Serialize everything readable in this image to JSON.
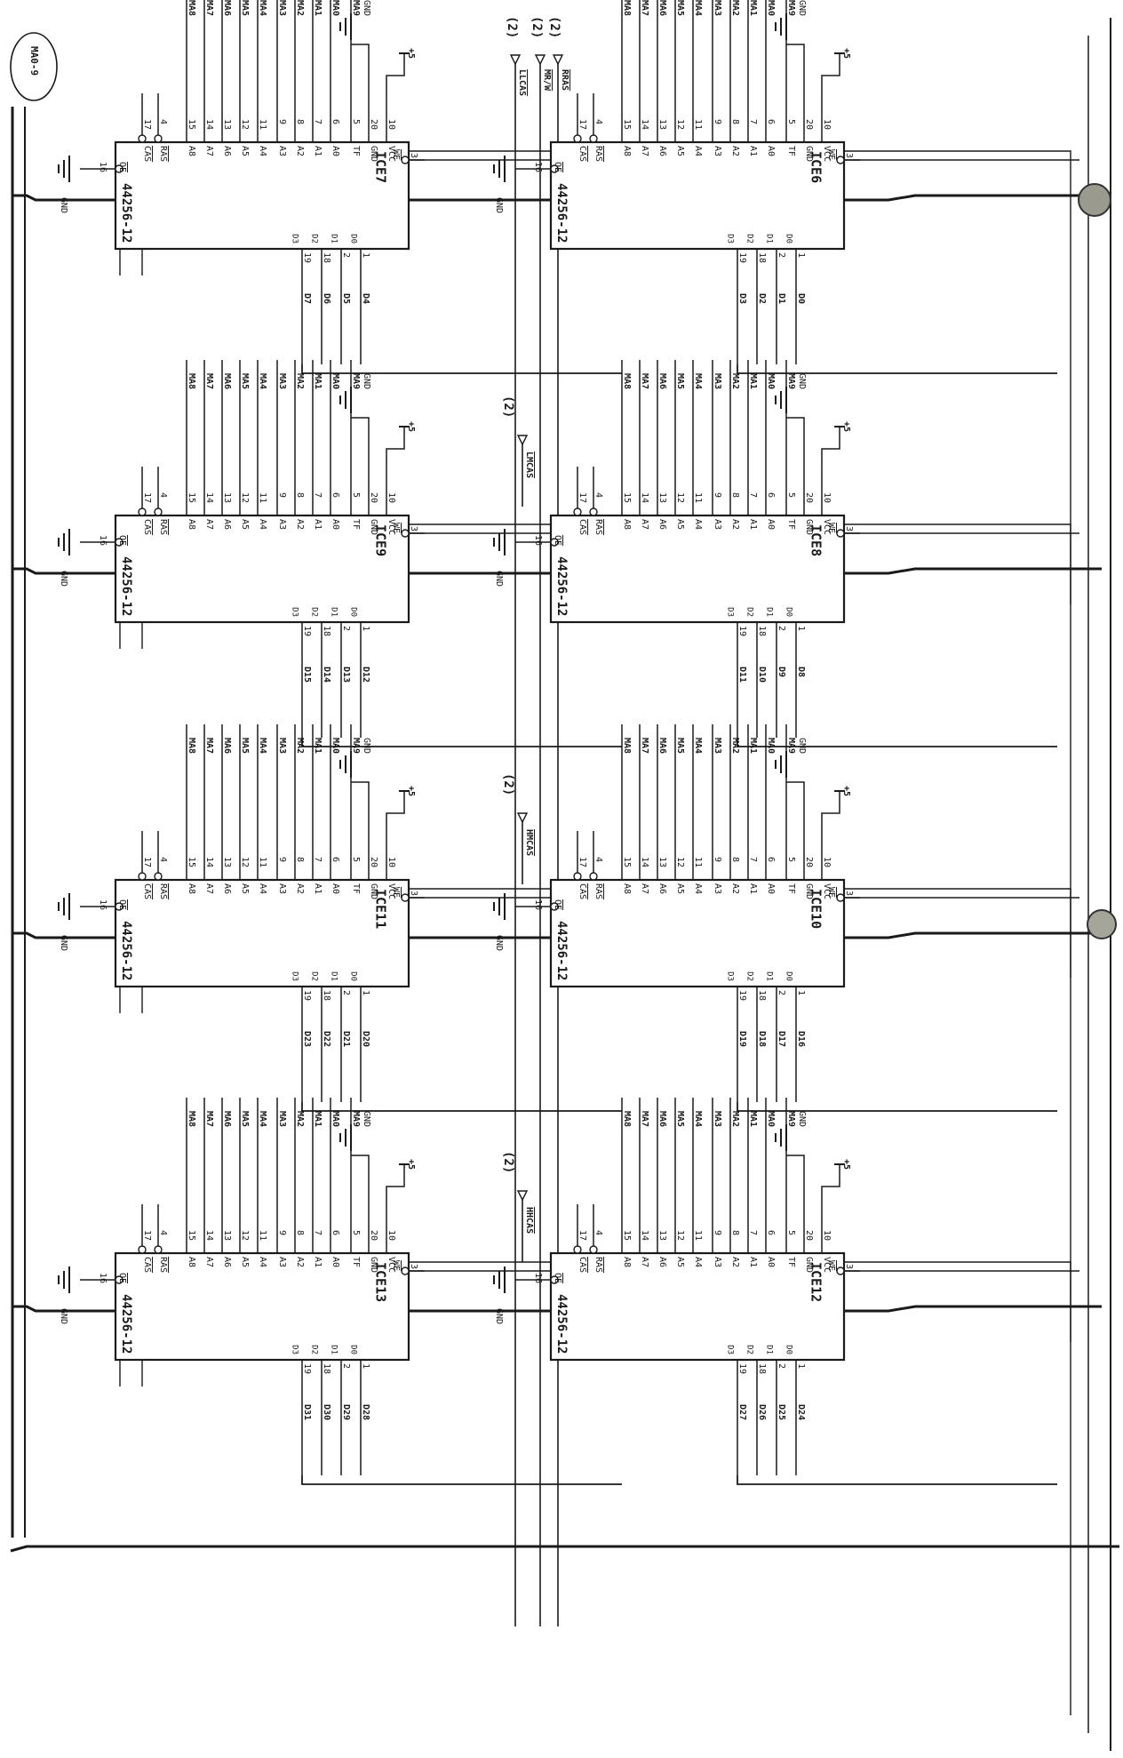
{
  "labels": {
    "bus": "MA0-9",
    "top_markers": [
      "(2)",
      "(2)",
      "(2)"
    ],
    "top_signals": [
      "RRAS",
      "MR/W",
      "LLCAS"
    ],
    "gnd": "GND",
    "plus5": "+5",
    "part": "44256-12",
    "cas_markers": [
      "(2)",
      "(2)",
      "(2)"
    ],
    "cas_signals": [
      "LMCAS",
      "HMCAS",
      "HHCAS"
    ]
  },
  "chip_pins": {
    "left": [
      {
        "pin": "17",
        "name": "CAS"
      },
      {
        "pin": "4",
        "name": "RAS"
      },
      {
        "pin": "15",
        "name": "A8"
      },
      {
        "pin": "14",
        "name": "A7"
      },
      {
        "pin": "13",
        "name": "A6"
      },
      {
        "pin": "12",
        "name": "A5"
      },
      {
        "pin": "11",
        "name": "A4"
      },
      {
        "pin": "9",
        "name": "A3"
      },
      {
        "pin": "8",
        "name": "A2"
      },
      {
        "pin": "7",
        "name": "A1"
      },
      {
        "pin": "6",
        "name": "A0"
      },
      {
        "pin": "5",
        "name": "TF"
      },
      {
        "pin": "20",
        "name": "GND"
      },
      {
        "pin": "10",
        "name": "VCC"
      }
    ],
    "addr_nets": [
      "MA8",
      "MA7",
      "MA6",
      "MA5",
      "MA4",
      "MA3",
      "MA2",
      "MA1",
      "MA0",
      "MA9"
    ],
    "oe": {
      "pin": "16",
      "name": "OE"
    },
    "we": {
      "pin": "3",
      "name": "WE"
    },
    "data_pins": [
      {
        "pin": "19",
        "name": "D3"
      },
      {
        "pin": "18",
        "name": "D2"
      },
      {
        "pin": "2",
        "name": "D1"
      },
      {
        "pin": "1",
        "name": "D0"
      }
    ]
  },
  "chips": [
    {
      "ref": "ICE7",
      "data": [
        "D7",
        "D6",
        "D5",
        "D4"
      ]
    },
    {
      "ref": "ICE6",
      "data": [
        "D3",
        "D2",
        "D1",
        "D0"
      ]
    },
    {
      "ref": "ICE9",
      "data": [
        "D15",
        "D14",
        "D13",
        "D12"
      ]
    },
    {
      "ref": "ICE8",
      "data": [
        "D11",
        "D10",
        "D9",
        "D8"
      ]
    },
    {
      "ref": "ICE11",
      "data": [
        "D23",
        "D22",
        "D21",
        "D20"
      ]
    },
    {
      "ref": "ICE10",
      "data": [
        "D19",
        "D18",
        "D17",
        "D16"
      ]
    },
    {
      "ref": "ICE13",
      "data": [
        "D31",
        "D30",
        "D29",
        "D28"
      ]
    },
    {
      "ref": "ICE12",
      "data": [
        "D27",
        "D26",
        "D25",
        "D24"
      ]
    }
  ]
}
